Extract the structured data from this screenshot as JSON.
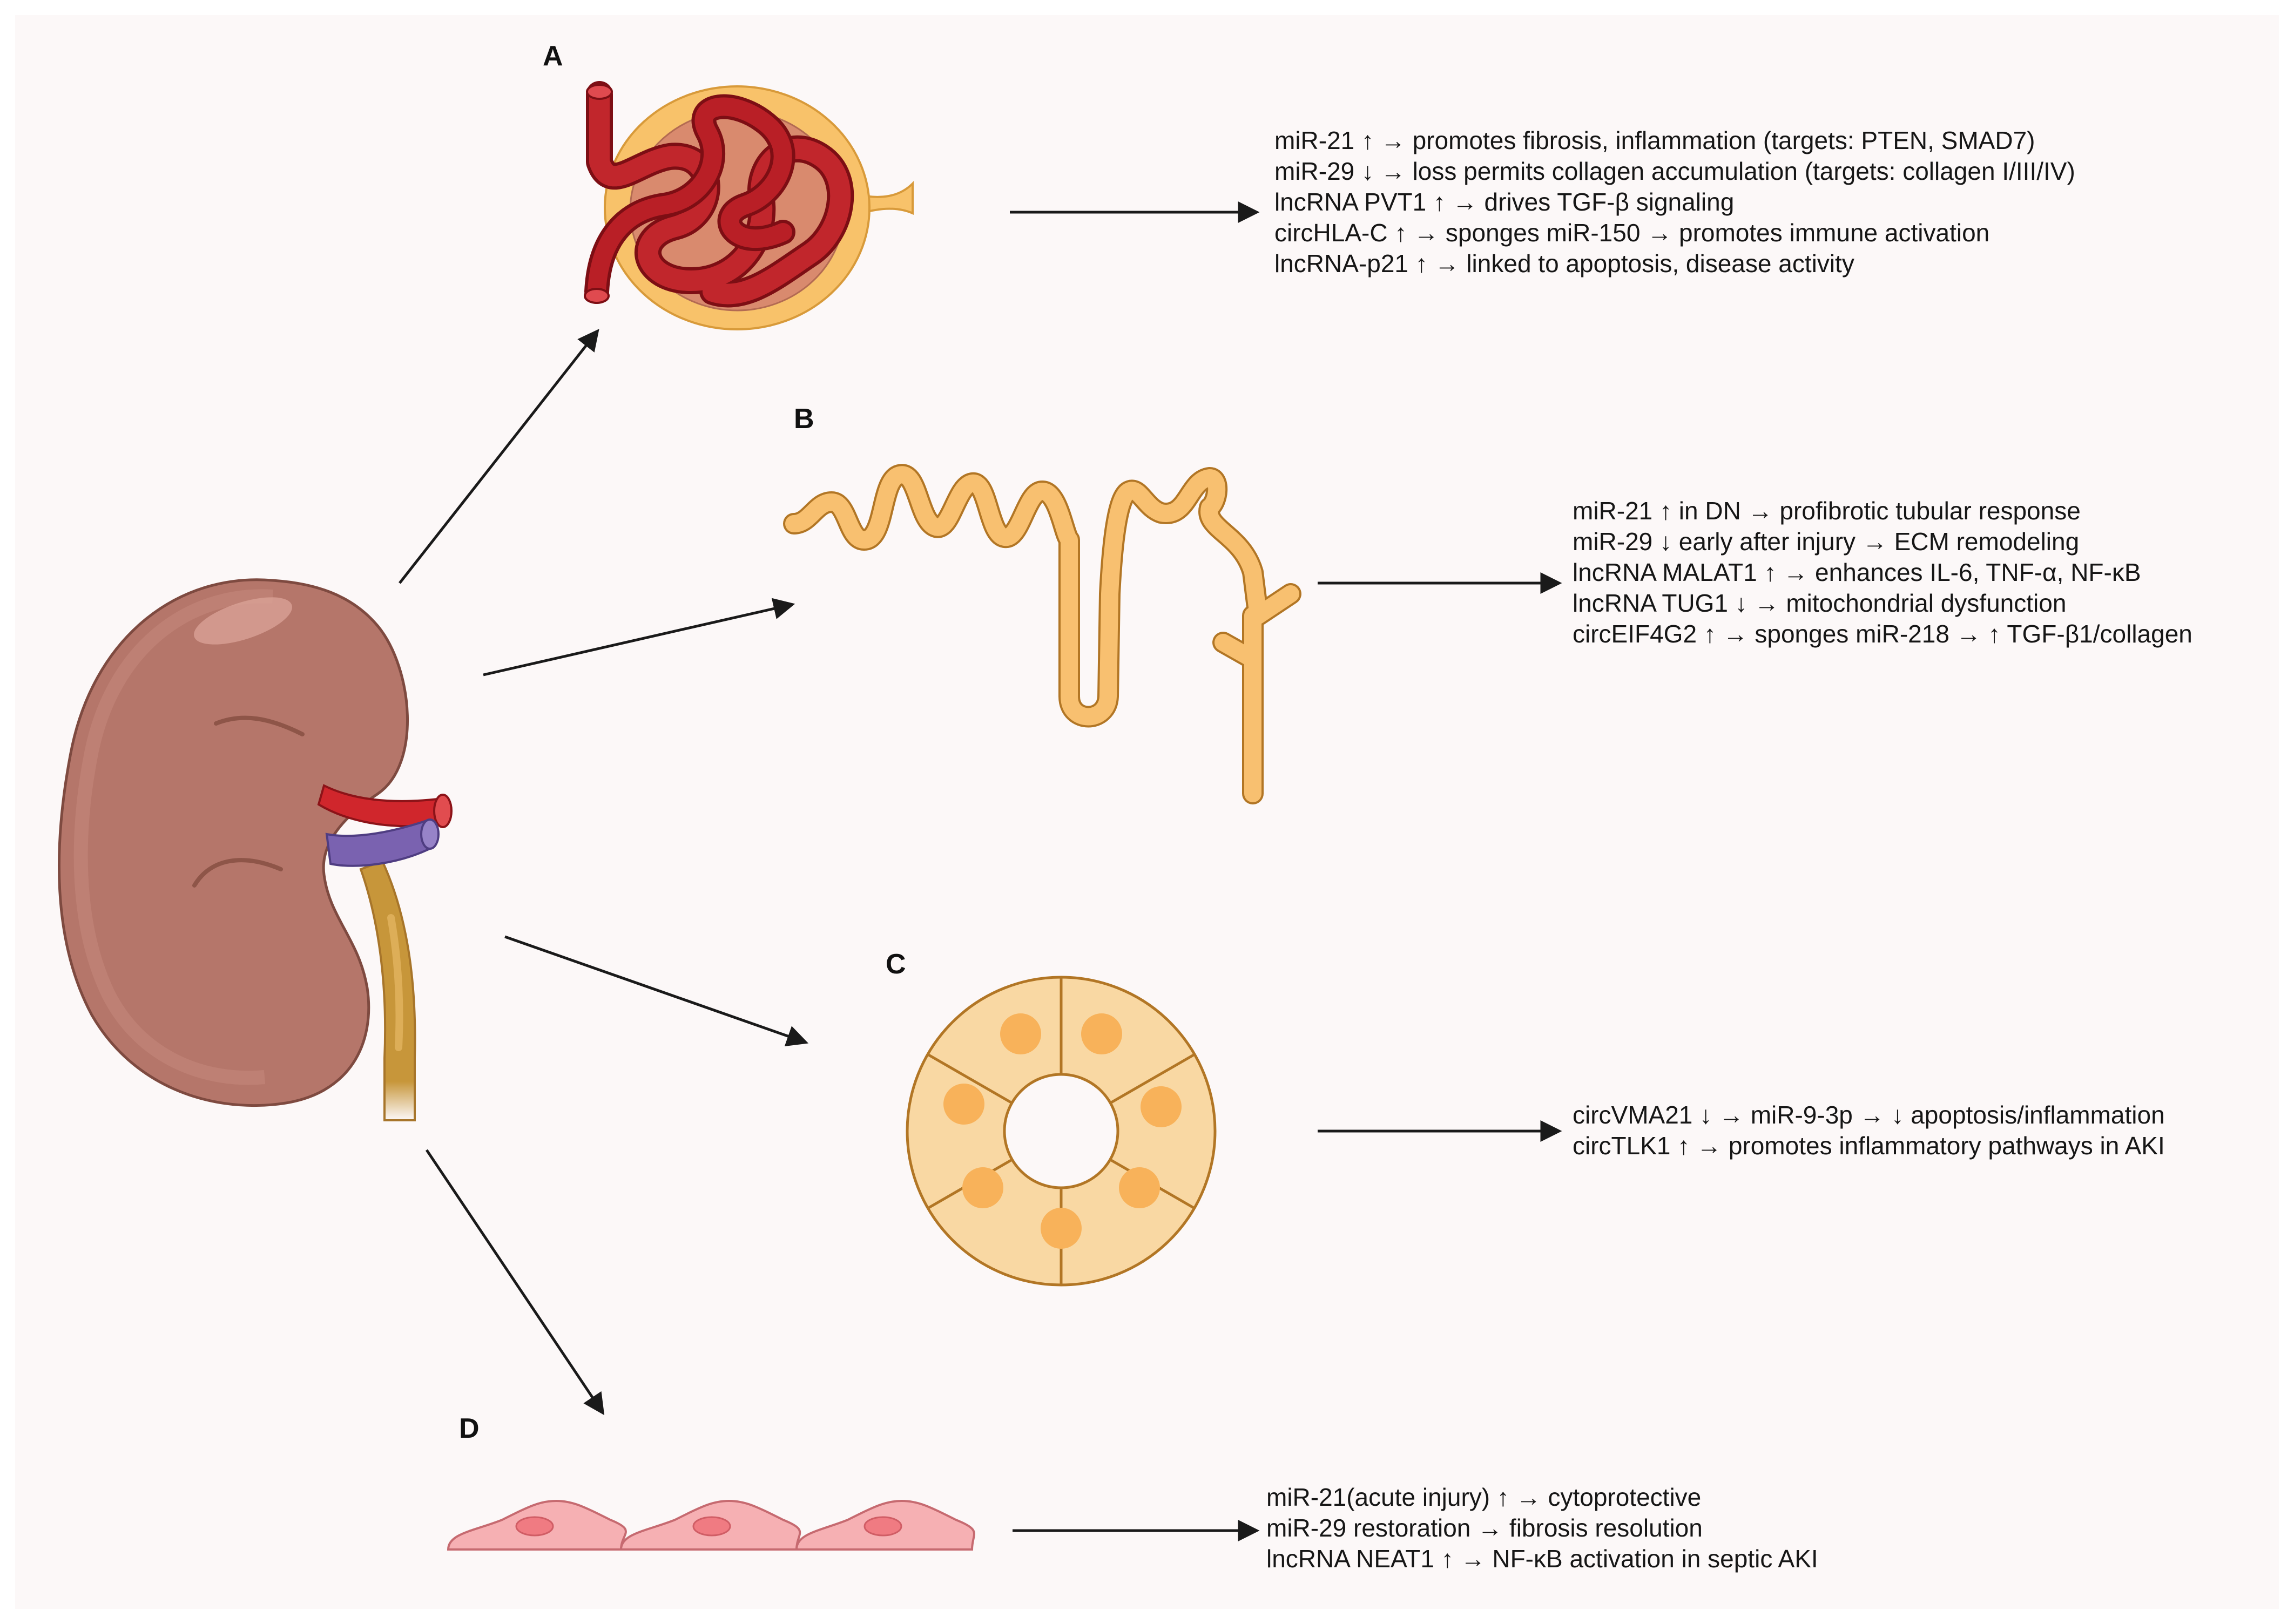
{
  "panels": {
    "a": {
      "letter": "A",
      "lines": [
        "miR-21 ↑ → promotes fibrosis, inflammation (targets: PTEN, SMAD7)",
        "miR-29 ↓ → loss permits collagen accumulation (targets: collagen I/III/IV)",
        "lncRNA PVT1 ↑ → drives TGF-β signaling",
        "circHLA-C ↑ → sponges miR-150 → promotes immune activation",
        "lncRNA-p21 ↑ → linked to apoptosis, disease activity"
      ]
    },
    "b": {
      "letter": "B",
      "lines": [
        "miR-21 ↑ in DN → profibrotic tubular response",
        "miR-29 ↓ early after injury → ECM remodeling",
        "lncRNA MALAT1 ↑ → enhances IL-6, TNF-α, NF-κB",
        "lncRNA TUG1 ↓ → mitochondrial dysfunction",
        "circEIF4G2 ↑ → sponges miR-218 → ↑ TGF-β1/collagen"
      ]
    },
    "c": {
      "letter": "C",
      "lines": [
        "circVMA21 ↓ → miR-9-3p → ↓ apoptosis/inflammation",
        "circTLK1 ↑ → promotes inflammatory pathways in AKI"
      ]
    },
    "d": {
      "letter": "D",
      "lines": [
        "miR-21(acute injury) ↑ → cytoprotective",
        "miR-29 restoration → fibrosis resolution",
        "lncRNA NEAT1 ↑ → NF-κB activation in septic AKI"
      ]
    }
  },
  "colors": {
    "kidney": "#b5766a",
    "artery": "#d0262c",
    "vein": "#7a62b0",
    "ureter": "#c7963a",
    "glomerulus_capsule": "#f8c26a",
    "tubule": "#f8c070",
    "epithelium": "#f9d8a3",
    "endothelium": "#f6b0b3"
  }
}
